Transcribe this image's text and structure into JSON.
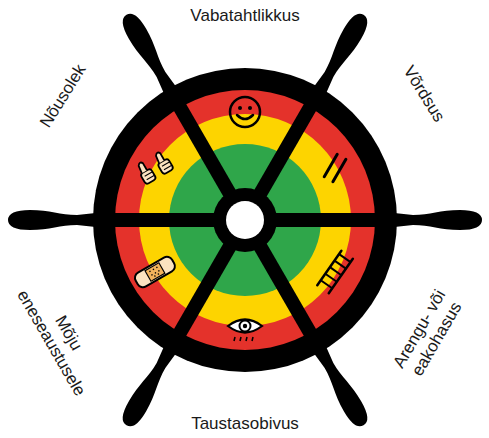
{
  "diagram": {
    "labels": [
      "Vabatahtlikkus",
      "Võrdsus",
      "Arengu- või eakohasus",
      "Taustasobivus",
      "Mõju eneseaustusele",
      "Nõusolek"
    ]
  }
}
